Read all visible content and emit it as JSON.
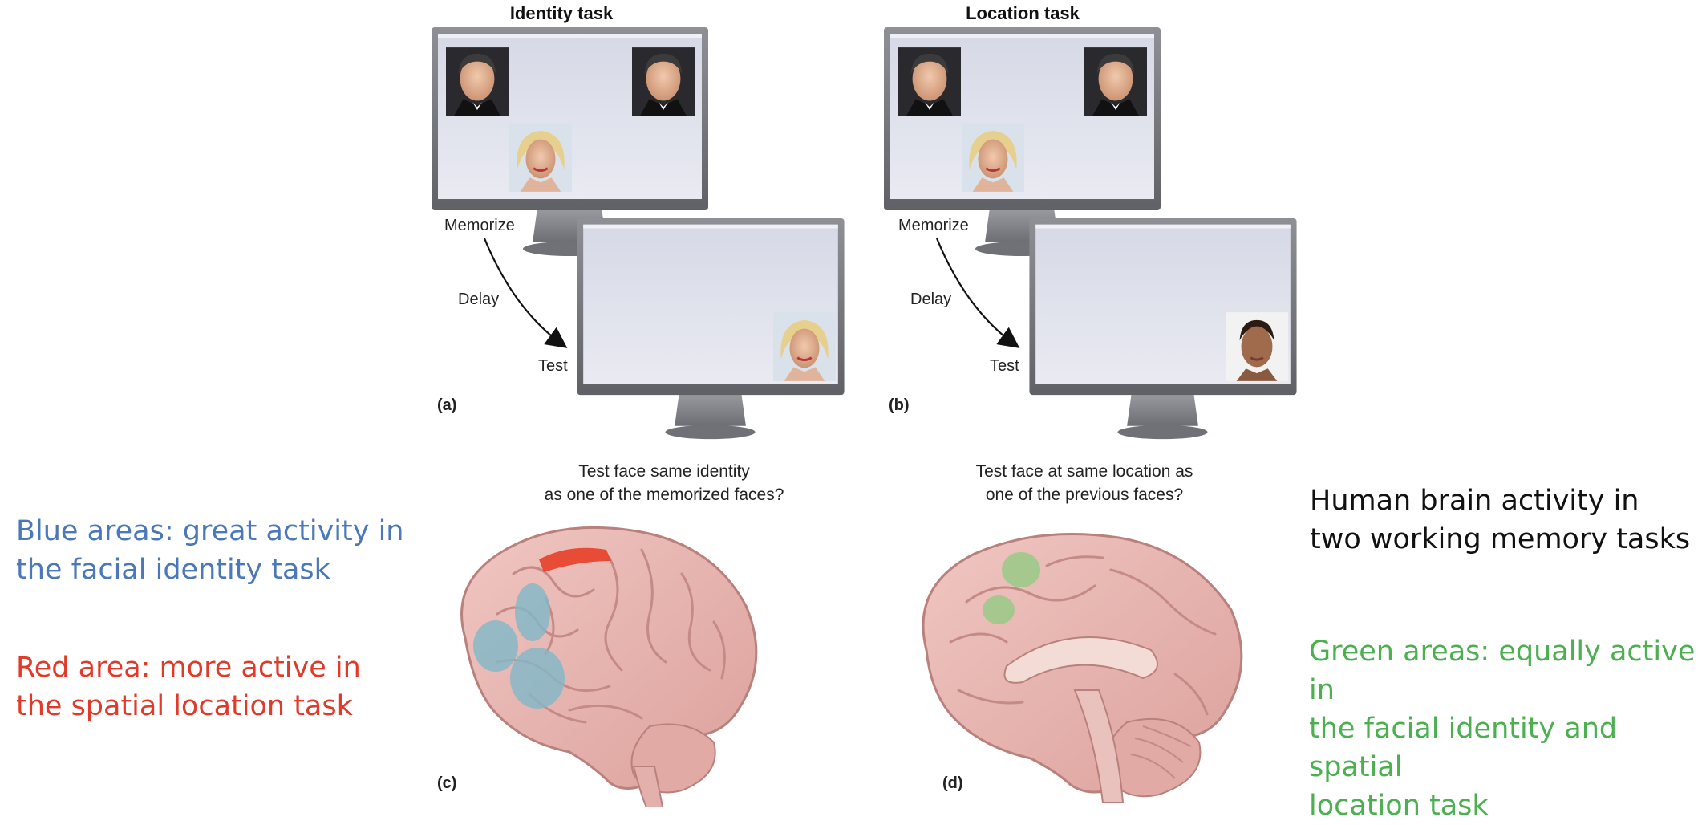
{
  "left_annotations": {
    "blue_line1": "Blue areas: great activity in",
    "blue_line2": "the facial identity task",
    "red_line1": "Red area: more active in",
    "red_line2": "the spatial location task"
  },
  "right_annotations": {
    "title_line1": "Human brain activity in",
    "title_line2": "two working memory tasks",
    "green_line1": "Green areas: equally active in",
    "green_line2": "the facial identity and spatial",
    "green_line3": "location task"
  },
  "panel_a": {
    "title": "Identity task",
    "memorize": "Memorize",
    "delay": "Delay",
    "test": "Test",
    "letter": "(a)",
    "question_line1": "Test face same identity",
    "question_line2": "as one of the memorized faces?"
  },
  "panel_b": {
    "title": "Location task",
    "memorize": "Memorize",
    "delay": "Delay",
    "test": "Test",
    "letter": "(b)",
    "question_line1": "Test face at same location as",
    "question_line2": "one of the previous faces?"
  },
  "panel_c": {
    "letter": "(c)"
  },
  "panel_d": {
    "letter": "(d)"
  },
  "colors": {
    "blue_text": "#4a78b8",
    "red_text": "#e03a2a",
    "green_text": "#4caf50",
    "black_text": "#111111",
    "brain_pink": "#e9b7b3",
    "brain_outline": "#b9807c",
    "activity_blue": "#7fb8c8",
    "activity_red": "#e8442e",
    "activity_green": "#9cc98a"
  }
}
